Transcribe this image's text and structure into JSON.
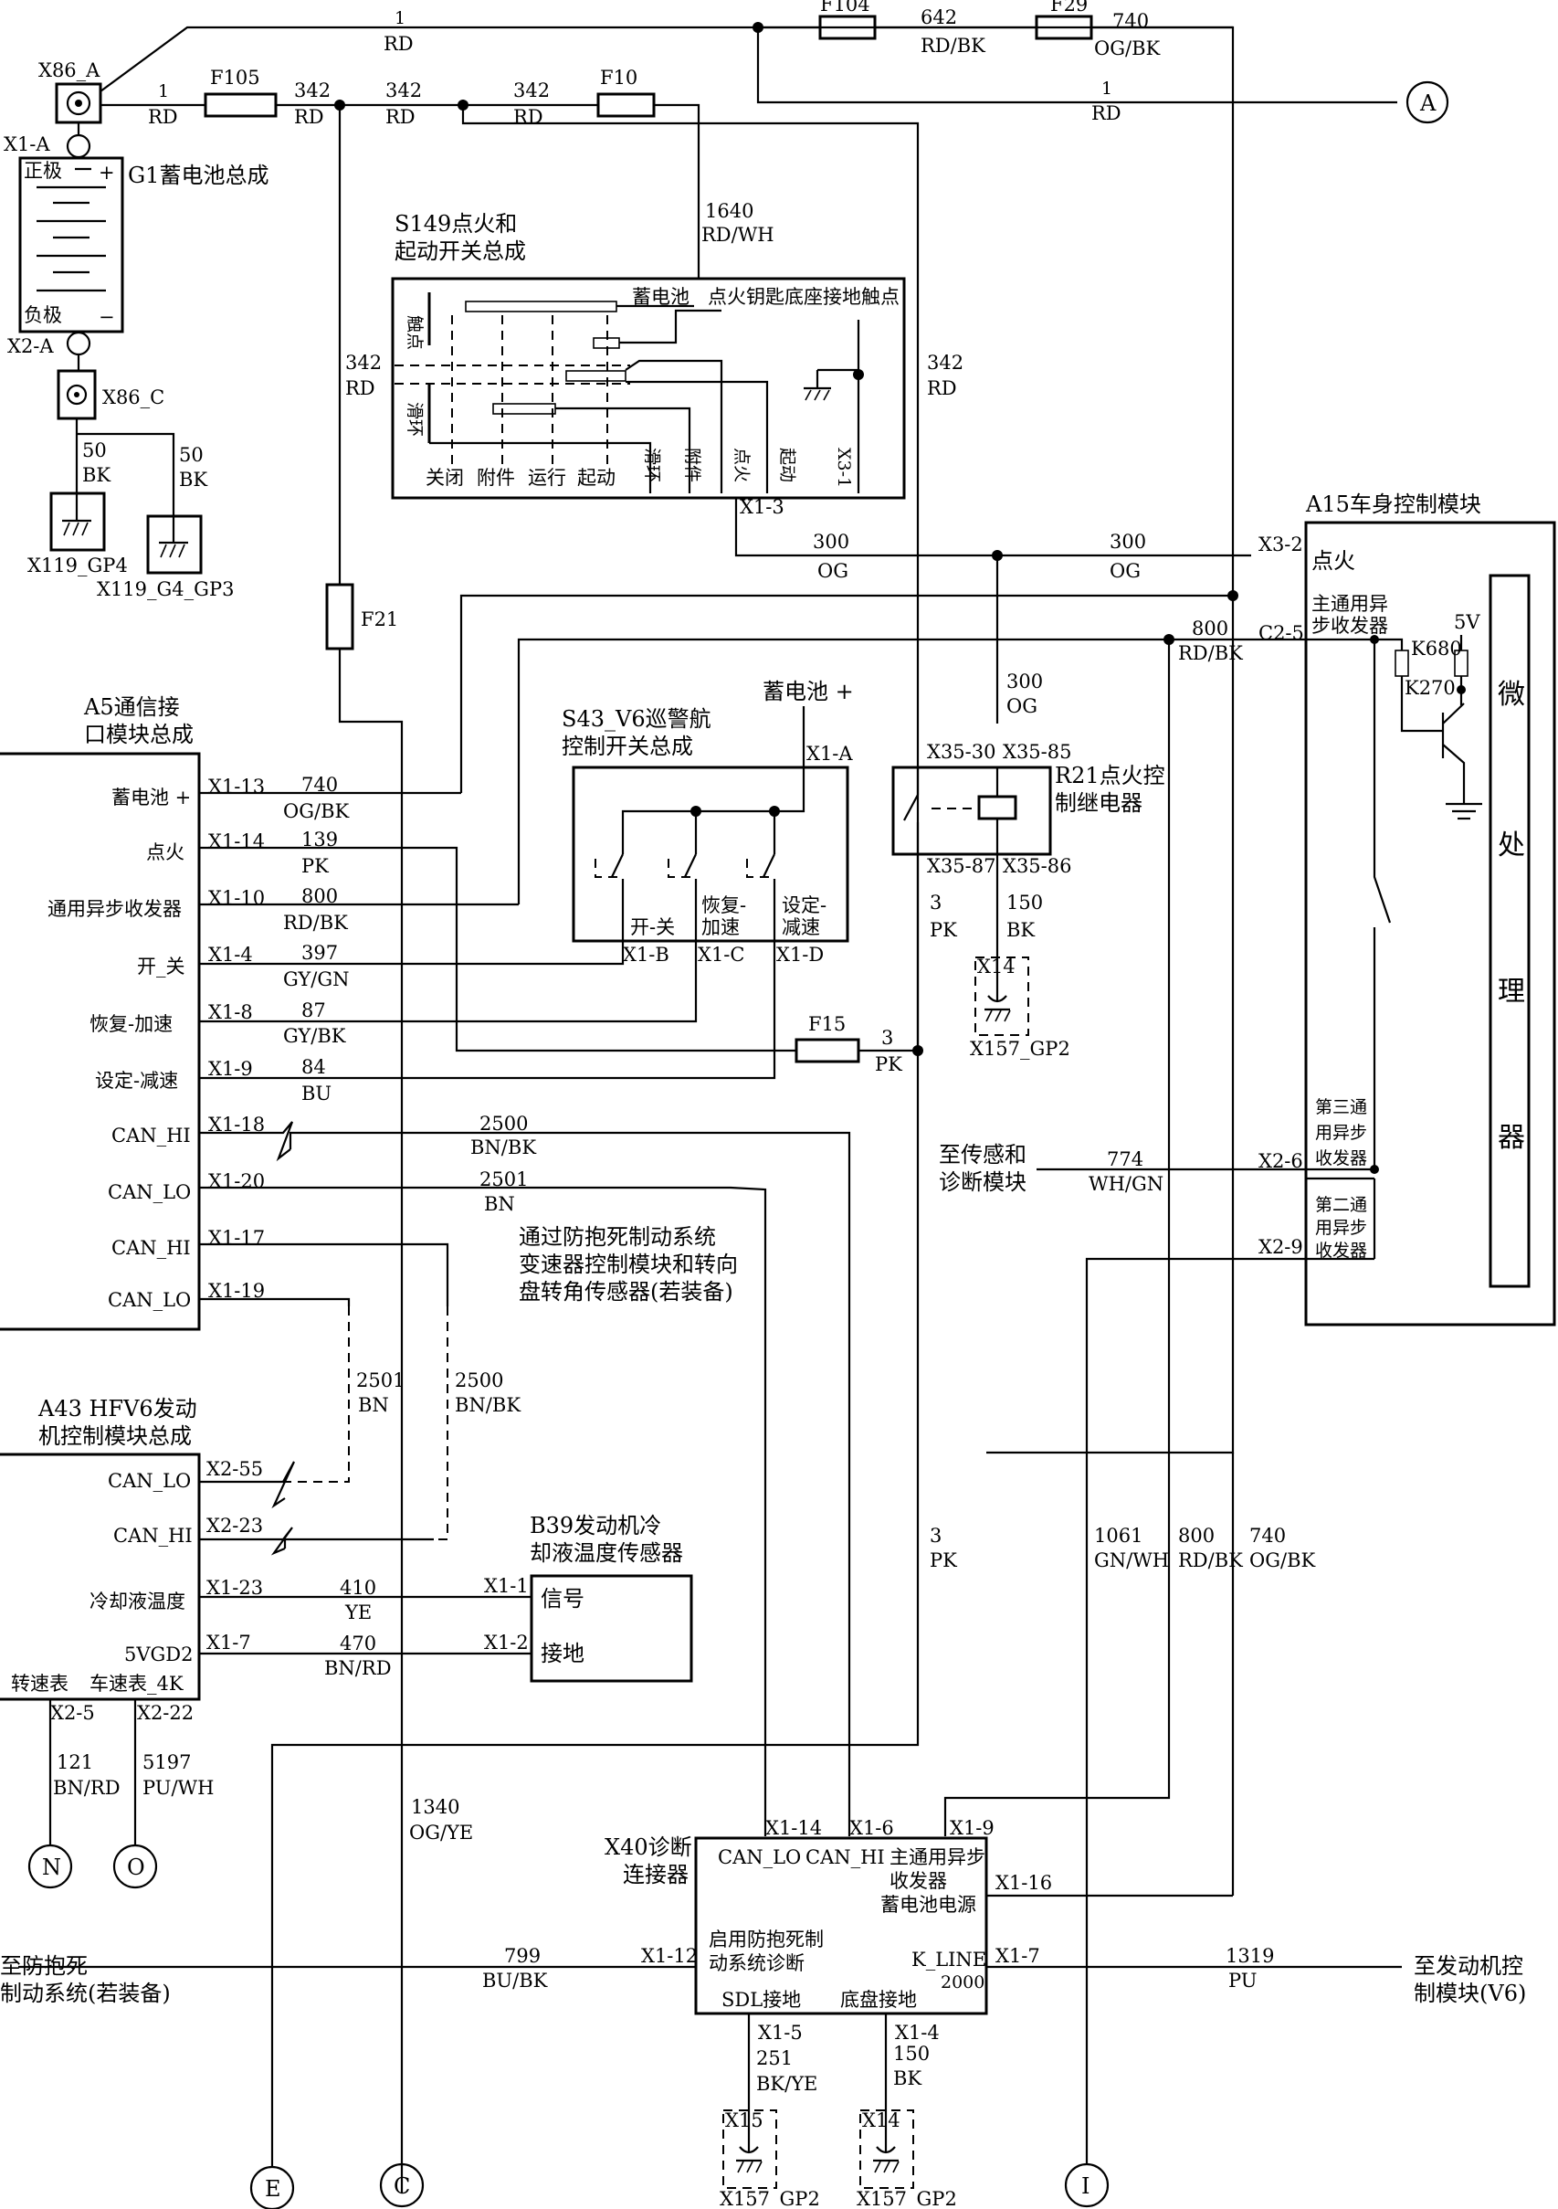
{
  "battery": {
    "connector_a": "X86_A",
    "connector_c": "X86_C",
    "pin_pos": "X1-A",
    "pin_neg": "X2-A",
    "name": "G1蓄电池总成",
    "pos_label": "正极",
    "neg_label": "负极",
    "plus_sign": "+",
    "minus_sign": "−"
  },
  "grounds": {
    "gp4": "X119_GP4",
    "gp3": "X119_G4_GP3",
    "x157a": "X157_GP2",
    "x157b": "X157_GP2",
    "x157c": "X157_GP2",
    "x14a": "X14",
    "x15": "X15",
    "x14b": "X14"
  },
  "fuses": {
    "f105": "F105",
    "f10": "F10",
    "f104": "F104",
    "f29": "F29",
    "f21": "F21",
    "f15": "F15"
  },
  "wires": {
    "w1_num": "1",
    "w1_col": "RD",
    "w1b_num": "1",
    "w1b_col": "RD",
    "w1c_num": "1",
    "w1c_col": "RD",
    "w342a_num": "342",
    "w342a_col": "RD",
    "w342b_num": "342",
    "w342b_col": "RD",
    "w342c_num": "342",
    "w342c_col": "RD",
    "w342d_num": "342",
    "w342d_col": "RD",
    "w342e_num": "342",
    "w342e_col": "RD",
    "w642_num": "642",
    "w642_col": "RD/BK",
    "w740_num": "740",
    "w740_col": "OG/BK",
    "w1640_num": "1640",
    "w1640_col": "RD/WH",
    "w50a_num": "50",
    "w50a_col": "BK",
    "w50b_num": "50",
    "w50b_col": "BK",
    "w300a_num": "300",
    "w300a_col": "OG",
    "w300b_num": "300",
    "w300b_col": "OG",
    "w300c_num": "300",
    "w300c_col": "OG",
    "w800_num": "800",
    "w800_col": "RD/BK",
    "a5_740_num": "740",
    "a5_740_col": "OG/BK",
    "a5_139_num": "139",
    "a5_139_col": "PK",
    "a5_800_num": "800",
    "a5_800_col": "RD/BK",
    "a5_397_num": "397",
    "a5_397_col": "GY/GN",
    "a5_87_num": "87",
    "a5_87_col": "GY/BK",
    "a5_84_num": "84",
    "a5_84_col": "BU",
    "w2500a_num": "2500",
    "w2500a_col": "BN/BK",
    "w2501a_num": "2501",
    "w2501a_col": "BN",
    "w2501b_num": "2501",
    "w2501b_col": "BN",
    "w2500b_num": "2500",
    "w2500b_col": "BN/BK",
    "w3a_num": "3",
    "w3a_col": "PK",
    "w3b_num": "3",
    "w3b_col": "PK",
    "w3c_num": "3",
    "w3c_col": "PK",
    "w150a_num": "150",
    "w150a_col": "BK",
    "w774_num": "774",
    "w774_col": "WH/GN",
    "w410_num": "410",
    "w410_col": "YE",
    "w470_num": "470",
    "w470_col": "BN/RD",
    "w121_num": "121",
    "w121_col": "BN/RD",
    "w5197_num": "5197",
    "w5197_col": "PU/WH",
    "w1340_num": "1340",
    "w1340_col": "OG/YE",
    "w1061_num": "1061",
    "w1061_col": "GN/WH",
    "w800b_num": "800",
    "w800b_col": "RD/BK",
    "w740b_num": "740",
    "w740b_col": "OG/BK",
    "w799_num": "799",
    "w799_col": "BU/BK",
    "w1319_num": "1319",
    "w1319_col": "PU",
    "w251_num": "251",
    "w251_col": "BK/YE",
    "w150b_num": "150",
    "w150b_col": "BK"
  },
  "s149": {
    "title1": "S149点火和",
    "title2": "起动开关总成",
    "battery": "蓄电池",
    "key_contact": "点火钥匙底座接地触点",
    "contact": "触点",
    "slide": "滑环",
    "pos_off": "关闭",
    "pos_acc": "附件",
    "pos_run": "运行",
    "pos_start": "起动",
    "out_slide": "滑环",
    "out_acc": "附件",
    "out_ign": "点火",
    "out_crank": "起动",
    "out_x31": "X3-1",
    "pin_x13": "X1-3"
  },
  "a15": {
    "title": "A15车身控制模块",
    "pin_x32": "X3-2",
    "ign": "点火",
    "pin_c25": "C2-5",
    "main_gmlan1": "主通用异",
    "main_gmlan2": "步收发器",
    "v5": "5V",
    "k680": "K680",
    "k270": "K270",
    "micro1": "微",
    "micro2": "处",
    "micro3": "理",
    "micro4": "器",
    "pin_x26": "X2-6",
    "pin_x29": "X2-9",
    "third1": "第三通",
    "third2": "用异步",
    "third3": "收发器",
    "second1": "第二通",
    "second2": "用异步",
    "second3": "收发器",
    "to_sensor1": "至传感和",
    "to_sensor2": "诊断模块"
  },
  "a5": {
    "title1": "A5通信接",
    "title2": "口模块总成",
    "battery": "蓄电池 +",
    "ign": "点火",
    "gmlan": "通用异步收发器",
    "onoff": "开_关",
    "resume": "恢复-加速",
    "set": "设定-减速",
    "canhi1": "CAN_HI",
    "canlo1": "CAN_LO",
    "canhi2": "CAN_HI",
    "canlo2": "CAN_LO",
    "p13": "X1-13",
    "p14": "X1-14",
    "p10": "X1-10",
    "p4": "X1-4",
    "p8": "X1-8",
    "p9": "X1-9",
    "p18": "X1-18",
    "p20": "X1-20",
    "p17": "X1-17",
    "p19": "X1-19"
  },
  "s43": {
    "title1": "S43_V6巡警航",
    "title2": "控制开关总成",
    "battery": "蓄电池 +",
    "pin_xa": "X1-A",
    "onoff": "开-关",
    "resume1": "恢复-",
    "resume2": "加速",
    "set1": "设定-",
    "set2": "减速",
    "pin_xb": "X1-B",
    "pin_xc": "X1-C",
    "pin_xd": "X1-D"
  },
  "r21": {
    "title1": "R21点火控",
    "title2": "制继电器",
    "p30": "X35-30",
    "p85": "X35-85",
    "p87": "X35-87",
    "p86": "X35-86"
  },
  "abs_note": {
    "line1": "通过防抱死制动系统",
    "line2": "变速器控制模块和转向",
    "line3": "盘转角传感器(若装备)"
  },
  "a43": {
    "title1": "A43 HFV6发动",
    "title2": "机控制模块总成",
    "canlo": "CAN_LO",
    "canhi": "CAN_HI",
    "coolant": "冷却液温度",
    "vgd": "5VGD2",
    "tach": "转速表",
    "speedo": "车速表_4K",
    "p255": "X2-55",
    "p223": "X2-23",
    "p123": "X1-23",
    "p17": "X1-7",
    "p25": "X2-5",
    "p222": "X2-22"
  },
  "b39": {
    "title1": "B39发动机冷",
    "title2": "却液温度传感器",
    "signal": "信号",
    "ground": "接地",
    "p1": "X1-1",
    "p2": "X1-2"
  },
  "x40": {
    "title1": "X40诊断",
    "title2": "连接器",
    "canlo": "CAN_LO",
    "canhi": "CAN_HI",
    "gmlan1": "主通用异步",
    "gmlan2": "收发器",
    "batt": "蓄电池电源",
    "abs1": "启用防抱死制",
    "abs2": "动系统诊断",
    "kline": "K_LINE",
    "n2000": "2000",
    "sdl": "SDL接地",
    "chassis": "底盘接地",
    "p14": "X1-14",
    "p6": "X1-6",
    "p9": "X1-9",
    "p16": "X1-16",
    "p12": "X1-12",
    "p7": "X1-7",
    "p5": "X1-5",
    "p4": "X1-4"
  },
  "ext": {
    "to_abs1": "至防抱死",
    "to_abs2": "制动系统(若装备)",
    "to_ecm1": "至发动机控",
    "to_ecm2": "制模块(V6)"
  },
  "refs": {
    "a": "A",
    "n": "N",
    "o": "O",
    "e": "E",
    "c": "C",
    "i": "I"
  }
}
